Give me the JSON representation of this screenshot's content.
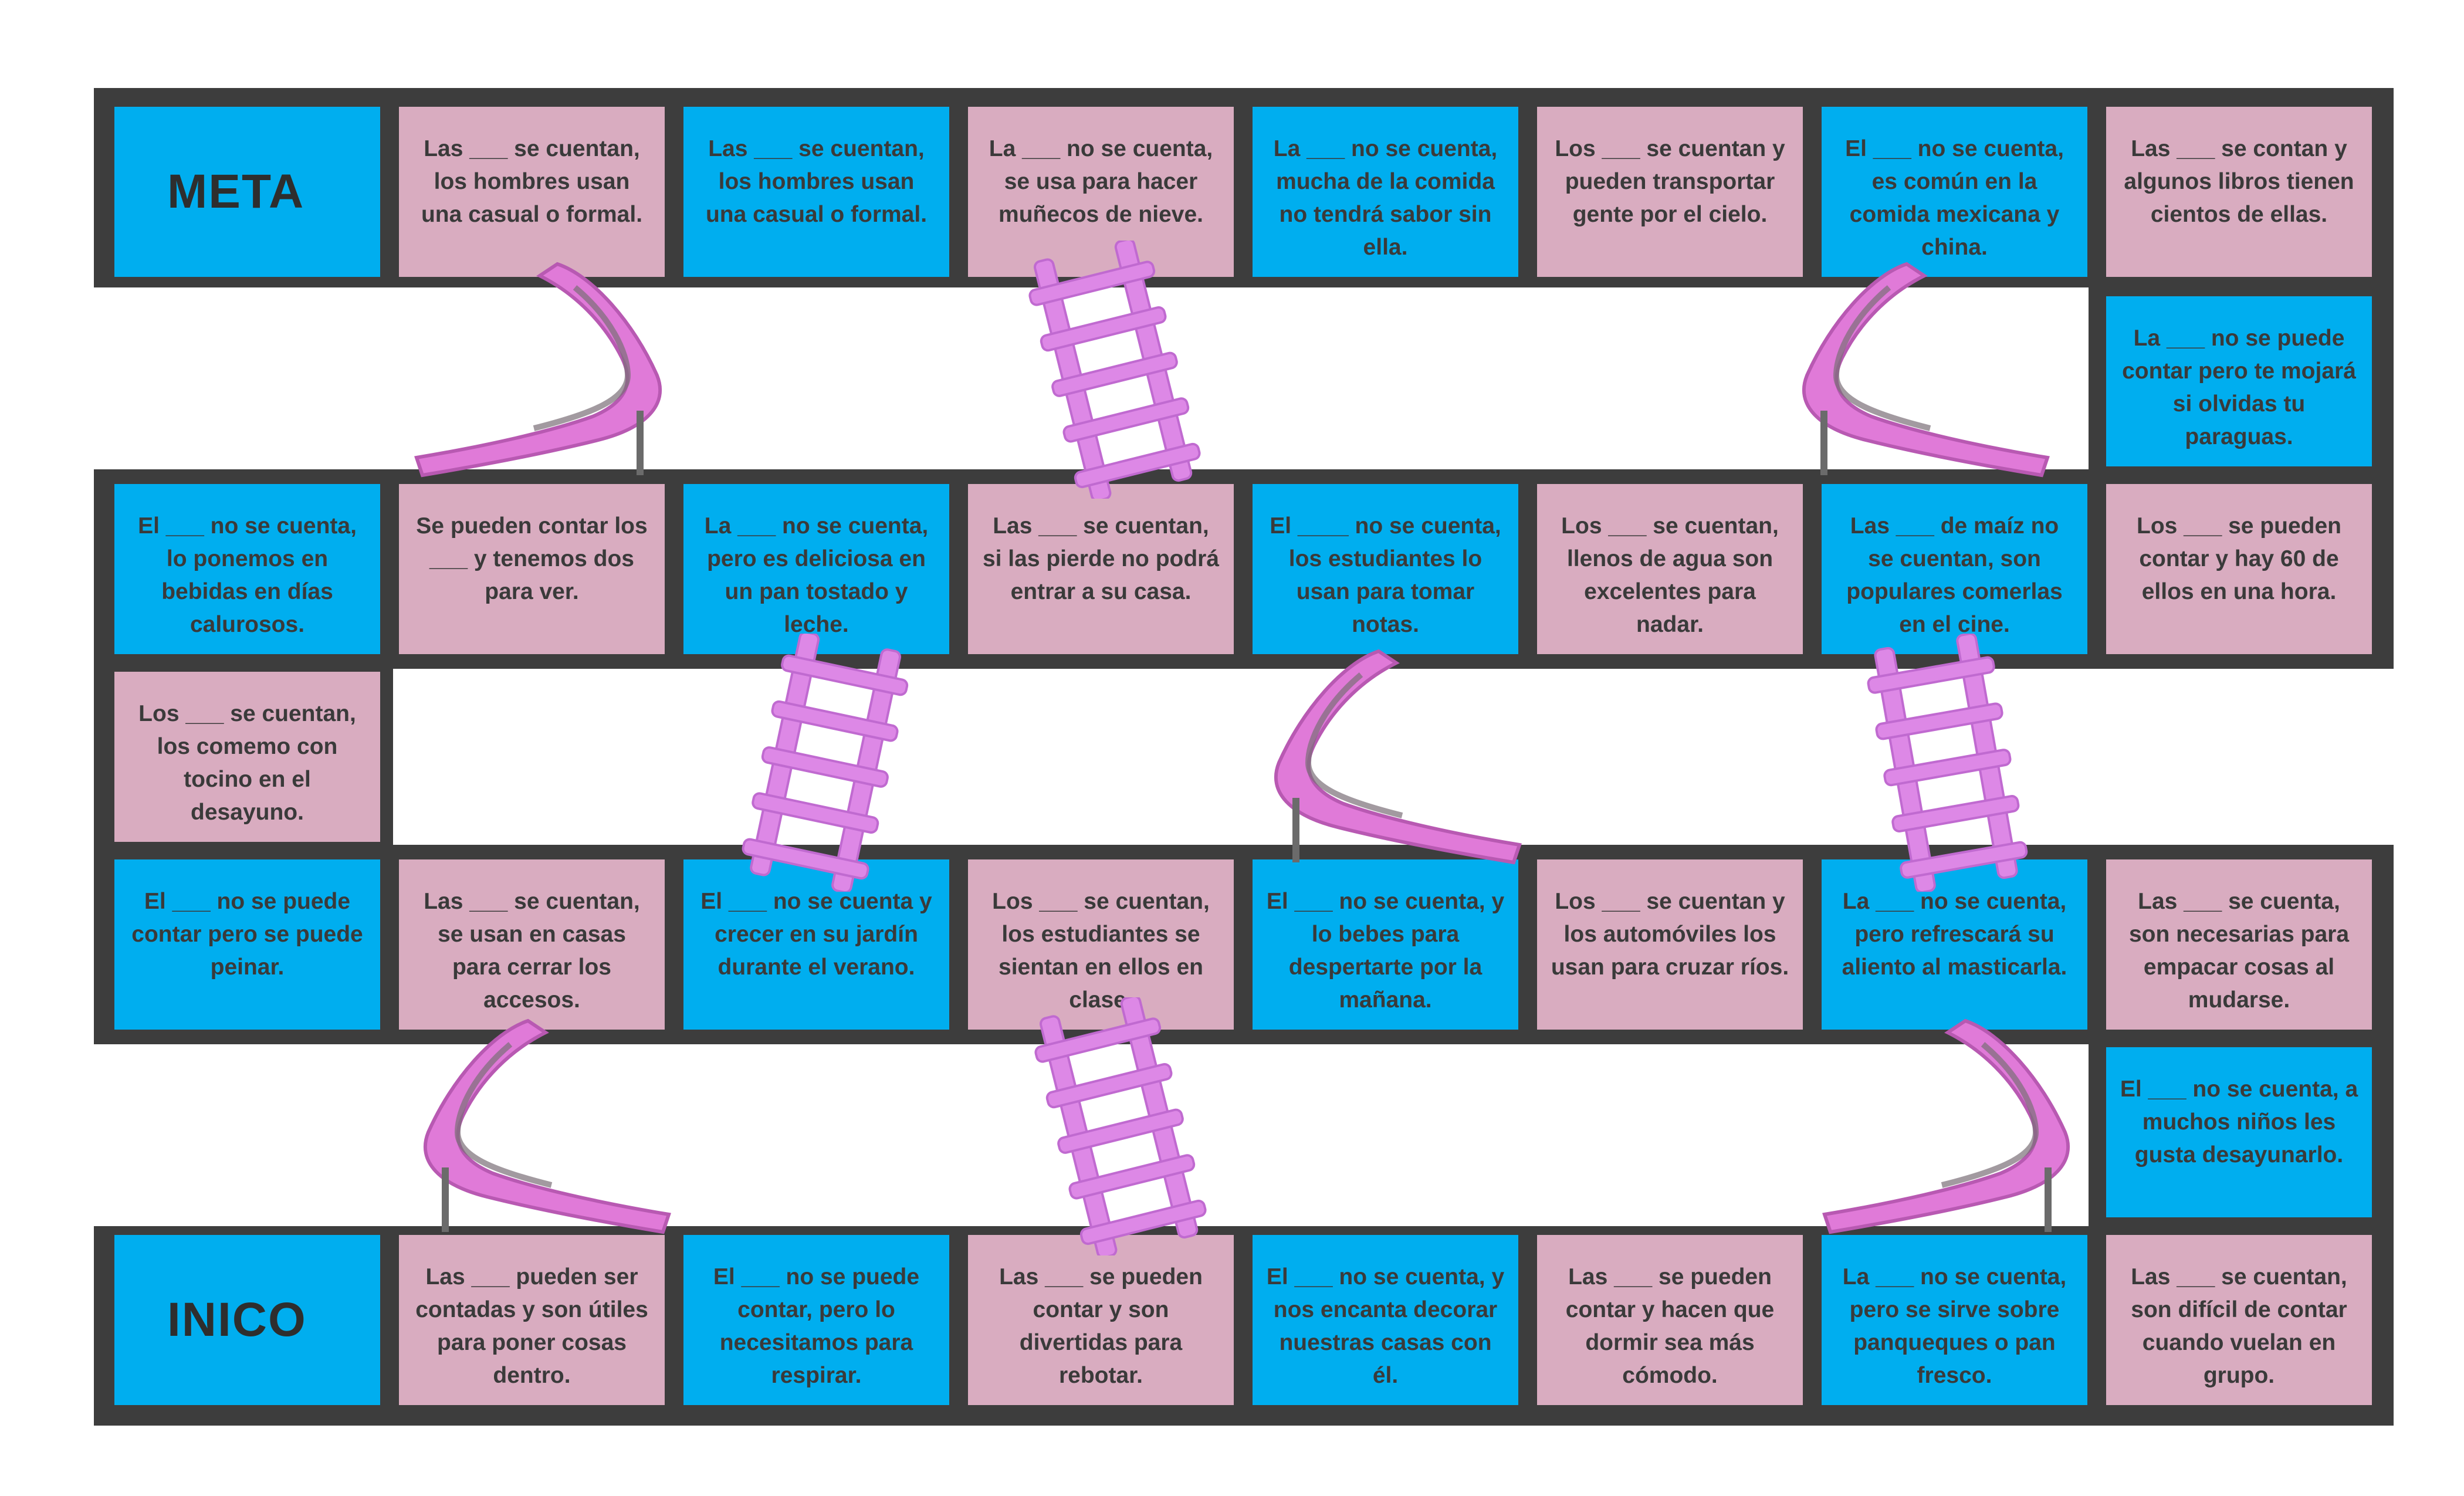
{
  "colors": {
    "band": "#3d3d3d",
    "blue": "#00aeef",
    "pink": "#d9acc0",
    "ladder": "#dd88e6",
    "slide": "#e07ad8"
  },
  "labels": {
    "finish": "META",
    "start": "INICO"
  },
  "rows": [
    {
      "name": "row-1",
      "cells": [
        {
          "kind": "finish",
          "color": "blue"
        },
        {
          "color": "pink",
          "text": "Las ___ se cuentan, los hombres usan una casual o formal."
        },
        {
          "color": "blue",
          "text": "Las ___ se cuentan, los hombres usan una casual o formal."
        },
        {
          "color": "pink",
          "text": "La ___ no se cuenta, se usa para hacer muñecos de nieve."
        },
        {
          "color": "blue",
          "text": "La ___ no se cuenta, mucha de la comida no tendrá sabor sin ella."
        },
        {
          "color": "pink",
          "text": "Los ___ se cuentan y pueden transportar gente por el cielo."
        },
        {
          "color": "blue",
          "text": "El ___ no se cuenta, es común en la comida mexicana y china."
        },
        {
          "color": "pink",
          "text": "Las ___ se contan y algunos libros tienen cientos de ellas."
        }
      ]
    },
    {
      "name": "connector-right-1",
      "cells": [
        {
          "color": "blue",
          "text": "La ___ no se puede contar pero te mojará si olvidas tu paraguas."
        }
      ]
    },
    {
      "name": "row-2",
      "cells": [
        {
          "color": "blue",
          "text": "El ___ no se cuenta, lo ponemos en bebidas en días calurosos."
        },
        {
          "color": "pink",
          "text": "Se pueden contar los ___ y tenemos dos para ver."
        },
        {
          "color": "blue",
          "text": "La ___ no se cuenta, pero es deliciosa en un pan tostado y leche."
        },
        {
          "color": "pink",
          "text": "Las ___ se cuentan, si las pierde no podrá entrar a su casa."
        },
        {
          "color": "blue",
          "text": "El ____ no se cuenta, los estudiantes lo usan para tomar notas."
        },
        {
          "color": "pink",
          "text": "Los ___ se cuentan, llenos de agua son excelentes para nadar."
        },
        {
          "color": "blue",
          "text": "Las ___ de maíz no se cuentan, son populares comerlas en el cine."
        },
        {
          "color": "pink",
          "text": "Los ___ se pueden contar y hay 60 de ellos en una hora."
        }
      ]
    },
    {
      "name": "connector-left-1",
      "cells": [
        {
          "color": "pink",
          "text": "Los ___ se cuentan, los comemo con tocino en el desayuno."
        }
      ]
    },
    {
      "name": "row-3",
      "cells": [
        {
          "color": "blue",
          "text": "El ___ no se puede contar pero se puede peinar."
        },
        {
          "color": "pink",
          "text": "Las ___ se cuentan, se usan en casas para cerrar los accesos."
        },
        {
          "color": "blue",
          "text": "El ___ no se cuenta y crecer en su jardín durante el verano."
        },
        {
          "color": "pink",
          "text": "Los ___ se cuentan, los estudiantes se sientan en ellos en clase."
        },
        {
          "color": "blue",
          "text": "El ___ no se cuenta, y lo bebes para despertarte por la mañana."
        },
        {
          "color": "pink",
          "text": "Los ___ se cuentan y los automóviles los usan para cruzar ríos."
        },
        {
          "color": "blue",
          "text": "La ___ no se cuenta, pero refrescará su aliento al masticarla."
        },
        {
          "color": "pink",
          "text": "Las ___ se cuenta, son necesarias para empacar cosas al mudarse."
        }
      ]
    },
    {
      "name": "connector-right-2",
      "cells": [
        {
          "color": "blue",
          "text": "El ___ no se cuenta, a muchos niños les gusta desayunarlo."
        }
      ]
    },
    {
      "name": "row-4",
      "cells": [
        {
          "kind": "start",
          "color": "blue"
        },
        {
          "color": "pink",
          "text": "Las ___ pueden ser contadas y son útiles para poner cosas dentro."
        },
        {
          "color": "blue",
          "text": "El ___ no se puede contar, pero lo necesitamos para respirar."
        },
        {
          "color": "pink",
          "text": "Las ___ se pueden contar y son divertidas para rebotar."
        },
        {
          "color": "blue",
          "text": "El ___ no se cuenta, y nos encanta decorar nuestras casas con él."
        },
        {
          "color": "pink",
          "text": "Las ___ se pueden contar y hacen que dormir sea más cómodo."
        },
        {
          "color": "blue",
          "text": "La ___ no se cuenta, pero se sirve sobre panqueques o pan fresco."
        },
        {
          "color": "pink",
          "text": "Las ___ se cuentan, son difícil de contar cuando vuelan en grupo."
        }
      ]
    }
  ]
}
